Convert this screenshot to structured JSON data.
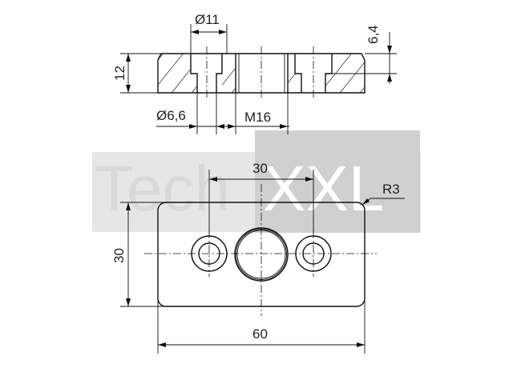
{
  "watermark": {
    "text_left": "Tech",
    "text_right": "XXL"
  },
  "dimensions": {
    "hole_counterbore": "Ø11",
    "counterbore_depth": "6,4",
    "thickness": "12",
    "hole_through": "Ø6,6",
    "thread": "M16",
    "hole_spacing": "30",
    "corner_radius": "R3",
    "width": "30",
    "length": "60"
  }
}
